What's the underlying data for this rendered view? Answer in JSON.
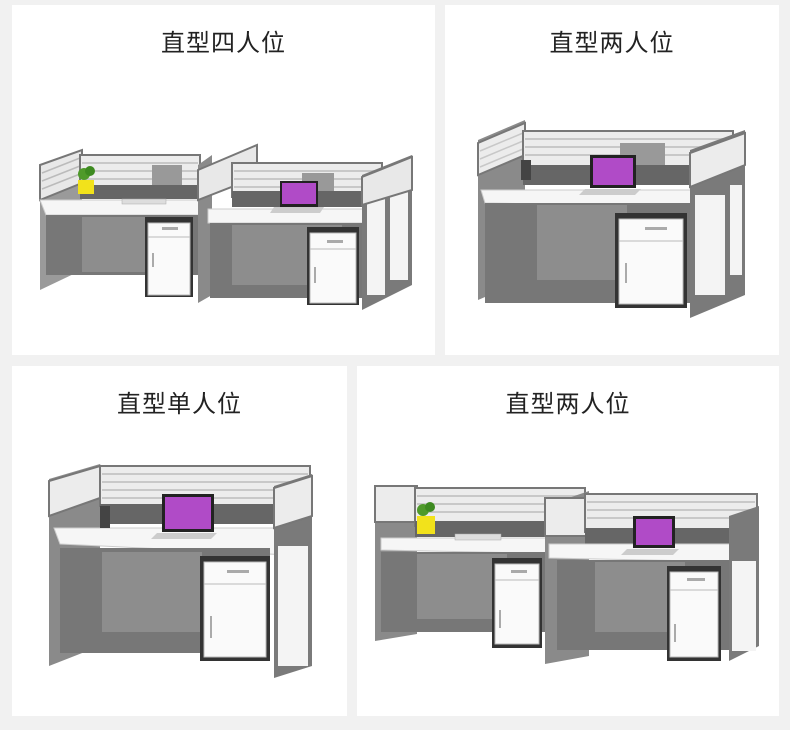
{
  "cards": [
    {
      "title": "直型四人位",
      "seats": 4,
      "layout": "two-bay"
    },
    {
      "title": "直型两人位",
      "seats": 2,
      "layout": "one-bay-deep"
    },
    {
      "title": "直型单人位",
      "seats": 1,
      "layout": "single"
    },
    {
      "title": "直型两人位",
      "seats": 2,
      "layout": "two-bay-linear"
    }
  ],
  "colors": {
    "page_bg": "#f1f1f1",
    "card_bg": "#ffffff",
    "frame_gray": "#7a7a7a",
    "panel_dark": "#5e5e5e",
    "panel_mid": "#8a8a8a",
    "desk_top": "#f4f4f4",
    "glass_stripe": "#d9d9d9",
    "plant_pot": "#f2e21b",
    "plant_leaf": "#4f9a2a",
    "screen": "#b04bc7"
  }
}
